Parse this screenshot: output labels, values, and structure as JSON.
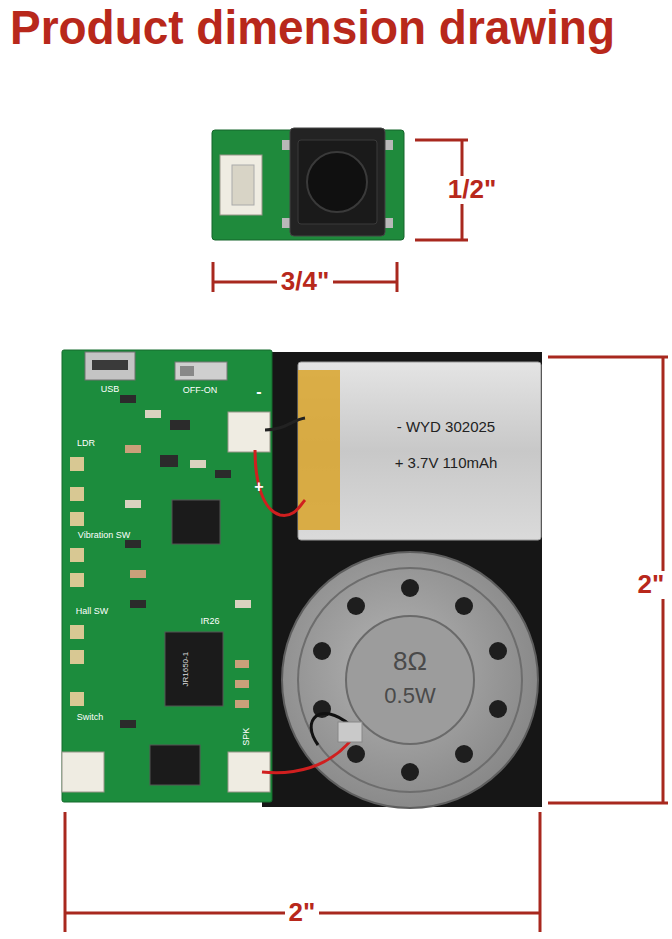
{
  "diagram": {
    "title": "Product dimension drawing",
    "labels": [
      "1/2\"",
      "3/4\"",
      "2\"",
      "2\"",
      "USB",
      "OFF-ON",
      "-",
      "+",
      "LDR",
      "Vibration SW",
      "Hall SW",
      "Switch",
      "IR26",
      "JR1650-1",
      "SPK",
      "- WYD 302025",
      "+ 3.7V 110mAh",
      "8Ω",
      "0.5W"
    ]
  }
}
